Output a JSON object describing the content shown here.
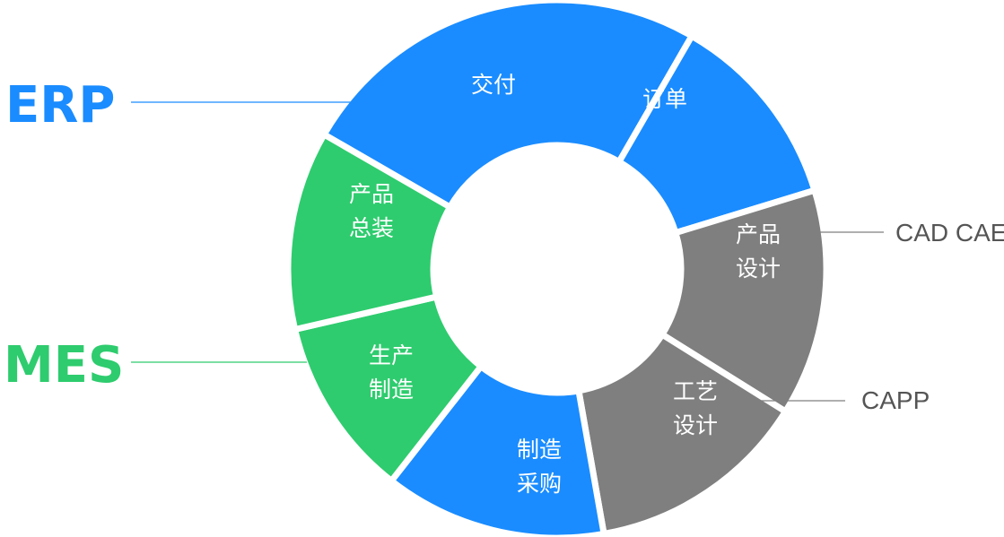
{
  "colors": {
    "blue": "#1a8cff",
    "green": "#2ecc6e",
    "gray": "#7f7f7f",
    "divider": "#ffffff",
    "tool_text": "#555555"
  },
  "systems": {
    "erp": {
      "label": "ERP",
      "color": "#1a8cff"
    },
    "mes": {
      "label": "MES",
      "color": "#2ecc6e"
    }
  },
  "tools": {
    "cad_cae": "CAD CAE",
    "capp": "CAPP"
  },
  "segments": [
    {
      "id": "delivery",
      "lines": [
        "交付"
      ],
      "color": "blue"
    },
    {
      "id": "order",
      "lines": [
        "订单"
      ],
      "color": "blue"
    },
    {
      "id": "design",
      "lines": [
        "产品",
        "设计"
      ],
      "color": "gray"
    },
    {
      "id": "process",
      "lines": [
        "工艺",
        "设计"
      ],
      "color": "gray"
    },
    {
      "id": "purchase",
      "lines": [
        "制造",
        "采购"
      ],
      "color": "blue"
    },
    {
      "id": "production",
      "lines": [
        "生产",
        "制造"
      ],
      "color": "green"
    },
    {
      "id": "assembly",
      "lines": [
        "产品",
        "总装"
      ],
      "color": "green"
    }
  ]
}
